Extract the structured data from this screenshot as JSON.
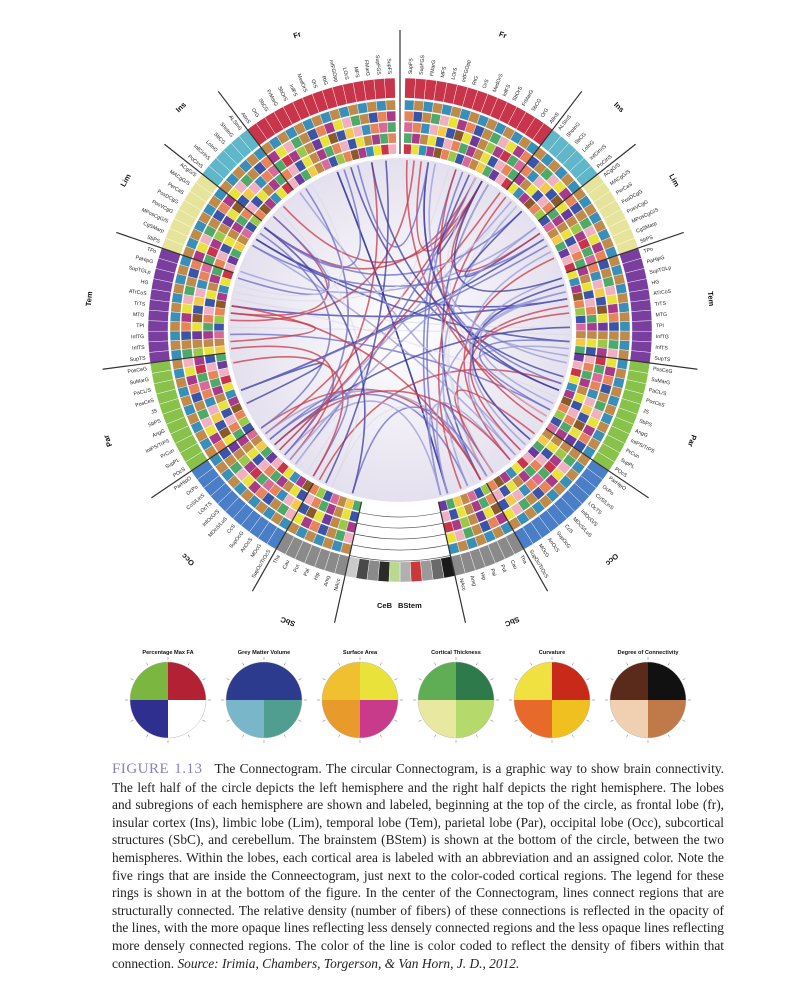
{
  "figure": {
    "label": "FIGURE 1.13",
    "caption": "The Connectogram. The circular Connectogram, is a graphic way to show brain connectivity. The left half of the circle depicts the left hemisphere and the right half depicts the right hemisphere. The lobes and subregions of each hemisphere are shown and labeled, beginning at the top of the circle, as frontal lobe (fr), insular cortex (Ins), limbic lobe (Lim), temporal lobe (Tem), parietal lobe (Par), occipital lobe (Occ), subcortical structures (SbC), and cerebellum. The brainstem (BStem) is shown at the bottom of the circle, between the two hemispheres. Within the lobes, each cortical area is labeled with an abbreviation and an assigned color. Note the five rings that are inside the Conneectogram, just next to the color-coded cortical regions. The legend for these rings is shown in at the bottom of the figure. In the center of the Connectogram, lines connect regions that are structurally connected. The relative density (number of fibers) of these connections is reflected in the opacity of the lines, with the more opaque lines reflecting less densely connected regions and the less opaque lines reflecting more densely connected regions. The color of the line is color coded to reflect the density of fibers within that connection.",
    "source": "Source: Irimia, Chambers, Torgerson, & Van Horn, J. D., 2012."
  },
  "connectogram": {
    "lobes_left": [
      {
        "name": "Fr",
        "color": "#c8354a",
        "regions": [
          "SupFS",
          "SupFGS",
          "FMarG",
          "MFS",
          "LOrS",
          "InfFGOpp",
          "RtG",
          "OrS",
          "MedOrS",
          "InfFS",
          "SbOrS",
          "FrMarG",
          "SbCG",
          "OrG",
          "AlInS"
        ]
      },
      {
        "name": "Ins",
        "color": "#5fb7c9",
        "regions": [
          "ALSInS",
          "ShoInG",
          "SbCG",
          "LoInG",
          "InfCirInS",
          "PoCInS"
        ]
      },
      {
        "name": "Lim",
        "color": "#e6e39a",
        "regions": [
          "ACgG/S",
          "MACgG/S",
          "PerCaS",
          "PosDCgG",
          "PosVCgG",
          "MPosCgG/S",
          "CgSMarp",
          "SbPS"
        ]
      },
      {
        "name": "Tem",
        "color": "#7a3f9e",
        "regions": [
          "TPo",
          "PaHipG",
          "SupTGLp",
          "HG",
          "ATrCoS",
          "TrTS",
          "MTG",
          "TPl",
          "InfTG",
          "InfTS",
          "SupTS"
        ]
      },
      {
        "name": "Par",
        "color": "#89c24a",
        "regions": [
          "PosCeG",
          "SuMarG",
          "PaCL/S",
          "PosCeS",
          "JS",
          "SbPS",
          "AngG",
          "IntPS/TrPS",
          "PrCun",
          "SupPL",
          "POcS"
        ]
      },
      {
        "name": "Occ",
        "color": "#4a7fc8",
        "regions": [
          "ParHipO",
          "OcPo",
          "CoS/LinS",
          "LOcTS",
          "InfOcG/S",
          "MOcS/LuS",
          "CcS",
          "SupOcG",
          "AnOcS",
          "MOcG",
          "SupOc/TrOcS"
        ]
      },
      {
        "name": "SbC",
        "color": "#8a8a8a",
        "regions": [
          "Tha",
          "Cau",
          "Put",
          "Pal",
          "Hip",
          "Amg",
          "NAcc"
        ]
      }
    ],
    "lobes_right": [
      {
        "name": "Fr",
        "color": "#c8354a",
        "regions": [
          "SupFS",
          "SupFGS",
          "FMarG",
          "MFS",
          "LOrS",
          "InfFGOpp",
          "RtG",
          "OrS",
          "MedOrS",
          "InfFS",
          "SbOrS",
          "FrMarG",
          "SbCG",
          "OrG",
          "AlInS"
        ]
      },
      {
        "name": "Ins",
        "color": "#5fb7c9",
        "regions": [
          "ALSInS",
          "ShoInG",
          "SbCG",
          "LoInG",
          "InfCirInS",
          "PoCInS"
        ]
      },
      {
        "name": "Lim",
        "color": "#e6e39a",
        "regions": [
          "ACgG/S",
          "MACgG/S",
          "PerCaS",
          "PosDCgG",
          "PosVCgG",
          "MPosCgG/S",
          "CgSMarp",
          "SbPS"
        ]
      },
      {
        "name": "Tem",
        "color": "#7a3f9e",
        "regions": [
          "TPo",
          "PaHipG",
          "SupTGLp",
          "HG",
          "ATrCoS",
          "TrTS",
          "MTG",
          "TPl",
          "InfTG",
          "InfTS",
          "SupTS"
        ]
      },
      {
        "name": "Par",
        "color": "#89c24a",
        "regions": [
          "PosCeG",
          "SuMarG",
          "PaCL/S",
          "PosCeS",
          "JS",
          "SbPS",
          "AngG",
          "IntPS/TrPS",
          "PrCun",
          "SupPL",
          "POcS"
        ]
      },
      {
        "name": "Occ",
        "color": "#4a7fc8",
        "regions": [
          "ParHipO",
          "OcPo",
          "CoS/LinS",
          "LOcTS",
          "InfOcG/S",
          "MOcS/LuS",
          "CcS",
          "SupOcG",
          "AnOcS",
          "MOcG",
          "SupOc/TrOcS"
        ]
      },
      {
        "name": "SbC",
        "color": "#8a8a8a",
        "regions": [
          "Tha",
          "Cau",
          "Put",
          "Pal",
          "Hip",
          "Amg",
          "NAcc"
        ]
      }
    ],
    "bottom_labels": {
      "cereb": "CeB",
      "bstem": "BStem"
    }
  },
  "legends": [
    {
      "title": "Percentage Max FA",
      "colors": [
        "#b22234",
        "#ffffff",
        "#2f2f8f",
        "#7ab640"
      ]
    },
    {
      "title": "Grey Matter Volume",
      "colors": [
        "#2d3b8e",
        "#4f9e8f",
        "#7ab6c9",
        "#2d3b8e"
      ]
    },
    {
      "title": "Surface Area",
      "colors": [
        "#e8e23a",
        "#c83a8a",
        "#e89a2a",
        "#f0c030"
      ]
    },
    {
      "title": "Cortical Thickness",
      "colors": [
        "#2e7a4a",
        "#b5d96a",
        "#e8e8a0",
        "#5fae55"
      ]
    },
    {
      "title": "Curvature",
      "colors": [
        "#c82a1a",
        "#f0c020",
        "#e86a2a",
        "#f0e040"
      ]
    },
    {
      "title": "Degree of Connectivity",
      "colors": [
        "#111111",
        "#c07a4a",
        "#f0d0b0",
        "#5a2a1a"
      ]
    }
  ]
}
